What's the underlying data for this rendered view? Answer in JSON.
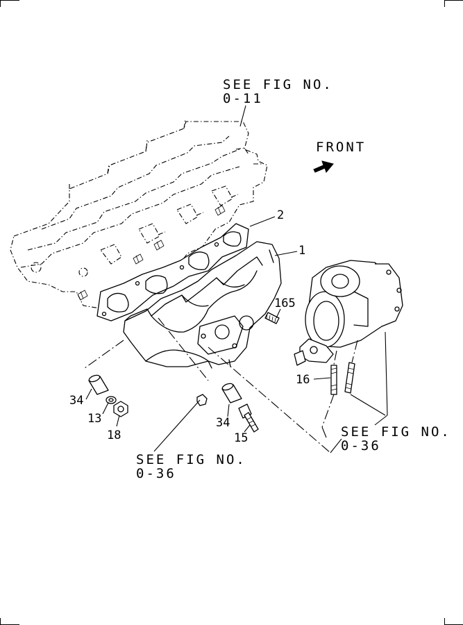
{
  "callouts": {
    "ref_cylinder_head": "SEE FIG NO.\n0-11",
    "ref_bottom_left": "SEE FIG NO.\n0-36",
    "ref_bottom_right": "SEE FIG NO.\n0-36",
    "front": "FRONT"
  },
  "part_numbers": {
    "gasket": "2",
    "manifold": "1",
    "stud_165": "165",
    "stud_16": "16",
    "collar_left": "34",
    "washer": "13",
    "nut": "18",
    "collar_right": "34",
    "bolt": "15"
  }
}
